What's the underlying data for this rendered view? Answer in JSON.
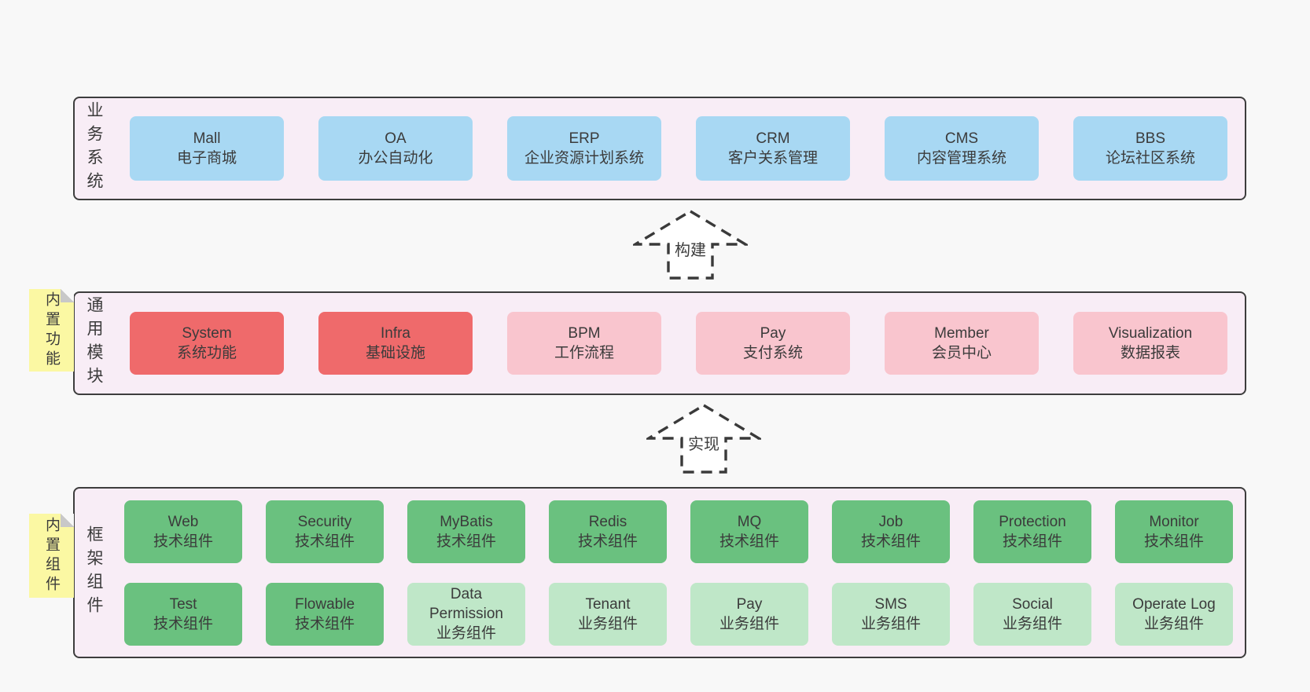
{
  "colors": {
    "page-bg": "#f8f8f8",
    "band-bg": "#f8edf6",
    "band-border": "#3d3d3d",
    "box-blue": "#a8d8f3",
    "box-red": "#ef6a6b",
    "box-pink": "#f9c5ce",
    "box-green": "#6ac17f",
    "box-green-light": "#bfe7c8",
    "note-yellow": "#fbf8a3",
    "note-fold": "#c8c8c8",
    "text": "#3b3b3b",
    "arrow-stroke": "#3a3a3a",
    "arrow-fill": "#ffffff"
  },
  "arrows": [
    {
      "label": "构建"
    },
    {
      "label": "实现"
    }
  ],
  "bands": [
    {
      "label": "业务系统",
      "boxes": [
        {
          "name": "Mall",
          "desc": "电子商城"
        },
        {
          "name": "OA",
          "desc": "办公自动化"
        },
        {
          "name": "ERP",
          "desc": "企业资源计划系统"
        },
        {
          "name": "CRM",
          "desc": "客户关系管理"
        },
        {
          "name": "CMS",
          "desc": "内容管理系统"
        },
        {
          "name": "BBS",
          "desc": "论坛社区系统"
        }
      ]
    },
    {
      "label": "通用模块",
      "note": "内置功能",
      "boxes": [
        {
          "name": "System",
          "desc": "系统功能"
        },
        {
          "name": "Infra",
          "desc": "基础设施"
        },
        {
          "name": "BPM",
          "desc": "工作流程"
        },
        {
          "name": "Pay",
          "desc": "支付系统"
        },
        {
          "name": "Member",
          "desc": "会员中心"
        },
        {
          "name": "Visualization",
          "desc": "数据报表"
        }
      ]
    },
    {
      "label": "框架组件",
      "note": "内置组件",
      "rows": [
        [
          {
            "name": "Web",
            "desc": "技术组件"
          },
          {
            "name": "Security",
            "desc": "技术组件"
          },
          {
            "name": "MyBatis",
            "desc": "技术组件"
          },
          {
            "name": "Redis",
            "desc": "技术组件"
          },
          {
            "name": "MQ",
            "desc": "技术组件"
          },
          {
            "name": "Job",
            "desc": "技术组件"
          },
          {
            "name": "Protection",
            "desc": "技术组件"
          },
          {
            "name": "Monitor",
            "desc": "技术组件"
          }
        ],
        [
          {
            "name": "Test",
            "desc": "技术组件"
          },
          {
            "name": "Flowable",
            "desc": "技术组件"
          },
          {
            "name": "Data Permission",
            "desc": "业务组件"
          },
          {
            "name": "Tenant",
            "desc": "业务组件"
          },
          {
            "name": "Pay",
            "desc": "业务组件"
          },
          {
            "name": "SMS",
            "desc": "业务组件"
          },
          {
            "name": "Social",
            "desc": "业务组件"
          },
          {
            "name": "Operate Log",
            "desc": "业务组件"
          }
        ]
      ]
    }
  ]
}
